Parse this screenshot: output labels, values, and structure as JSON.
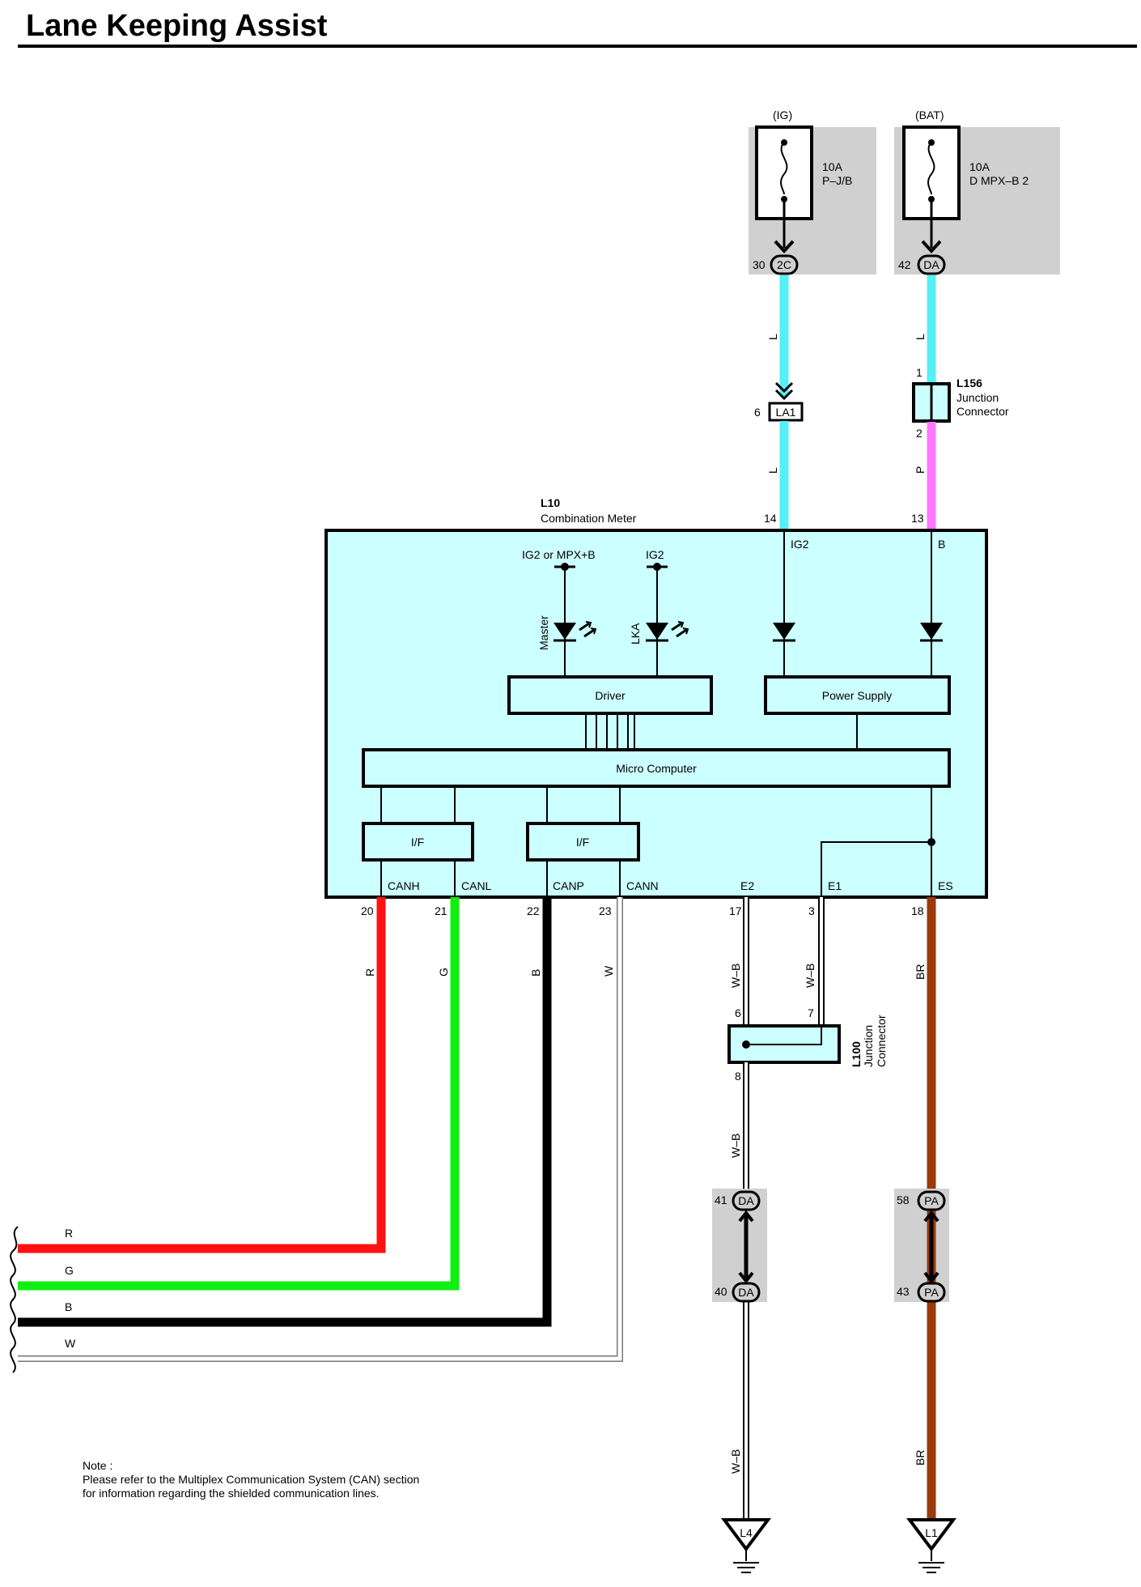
{
  "title": "Lane Keeping Assist",
  "power": {
    "ig": {
      "label": "(IG)",
      "amp": "10A",
      "fuse": "P–J/B",
      "pin": "30",
      "connector": "2C"
    },
    "bat": {
      "label": "(BAT)",
      "amp": "10A",
      "fuse": "D MPX–B 2",
      "pin": "42",
      "connector": "DA"
    }
  },
  "connectors": {
    "la1": {
      "pin": "6",
      "name": "LA1"
    },
    "l156": {
      "id": "L156",
      "line1": "Junction",
      "line2": "Connector",
      "pin_top": "1",
      "pin_bottom": "2"
    },
    "l100": {
      "id": "L100",
      "line1": "Junction",
      "line2": "Connector",
      "pin_a": "6",
      "pin_b": "7",
      "pin_c": "8"
    }
  },
  "meter": {
    "id": "L10",
    "name": "Combination Meter",
    "pin_ig2": "14",
    "pin_b": "13",
    "label_ig2_or_mpx": "IG2 or MPX+B",
    "label_ig2_led": "IG2",
    "label_ig2_in": "IG2",
    "label_b_in": "B",
    "led_master": "Master",
    "led_lka": "LKA",
    "driver": "Driver",
    "power_supply": "Power Supply",
    "micro": "Micro Computer",
    "if_label": "I/F",
    "terminals": [
      "CANH",
      "CANL",
      "CANP",
      "CANN",
      "E2",
      "E1",
      "ES"
    ],
    "pins": [
      "20",
      "21",
      "22",
      "23",
      "17",
      "3",
      "18"
    ]
  },
  "wire_colors": {
    "ig_upper": "L",
    "ig_lower": "L",
    "bat_upper": "L",
    "bat_lower": "P",
    "canh": "R",
    "canl": "G",
    "canp": "B",
    "cann": "W",
    "e2": "W–B",
    "e1": "W–B",
    "e_lower": "W–B",
    "e_bottom": "W–B",
    "es": "BR",
    "es_bottom": "BR"
  },
  "bus_labels": [
    "R",
    "G",
    "B",
    "W"
  ],
  "grounds": {
    "da_top_pin": "41",
    "da_bottom_pin": "40",
    "da_name": "DA",
    "pa_top_pin": "58",
    "pa_bottom_pin": "43",
    "pa_name": "PA",
    "l4": "L4",
    "l1": "L1"
  },
  "note": {
    "line1": "Note :",
    "line2": "Please refer to the Multiplex Communication System (CAN) section",
    "line3": "for information regarding the shielded communication lines."
  },
  "colors": {
    "cyan_wire": "#55f0f5",
    "pink_wire": "#ff77ff",
    "red_wire": "#ff1111",
    "green_wire": "#11ee11",
    "brown_wire": "#9b3a0b",
    "box_fill": "#ccffff",
    "shade": "#d0d0d0"
  }
}
